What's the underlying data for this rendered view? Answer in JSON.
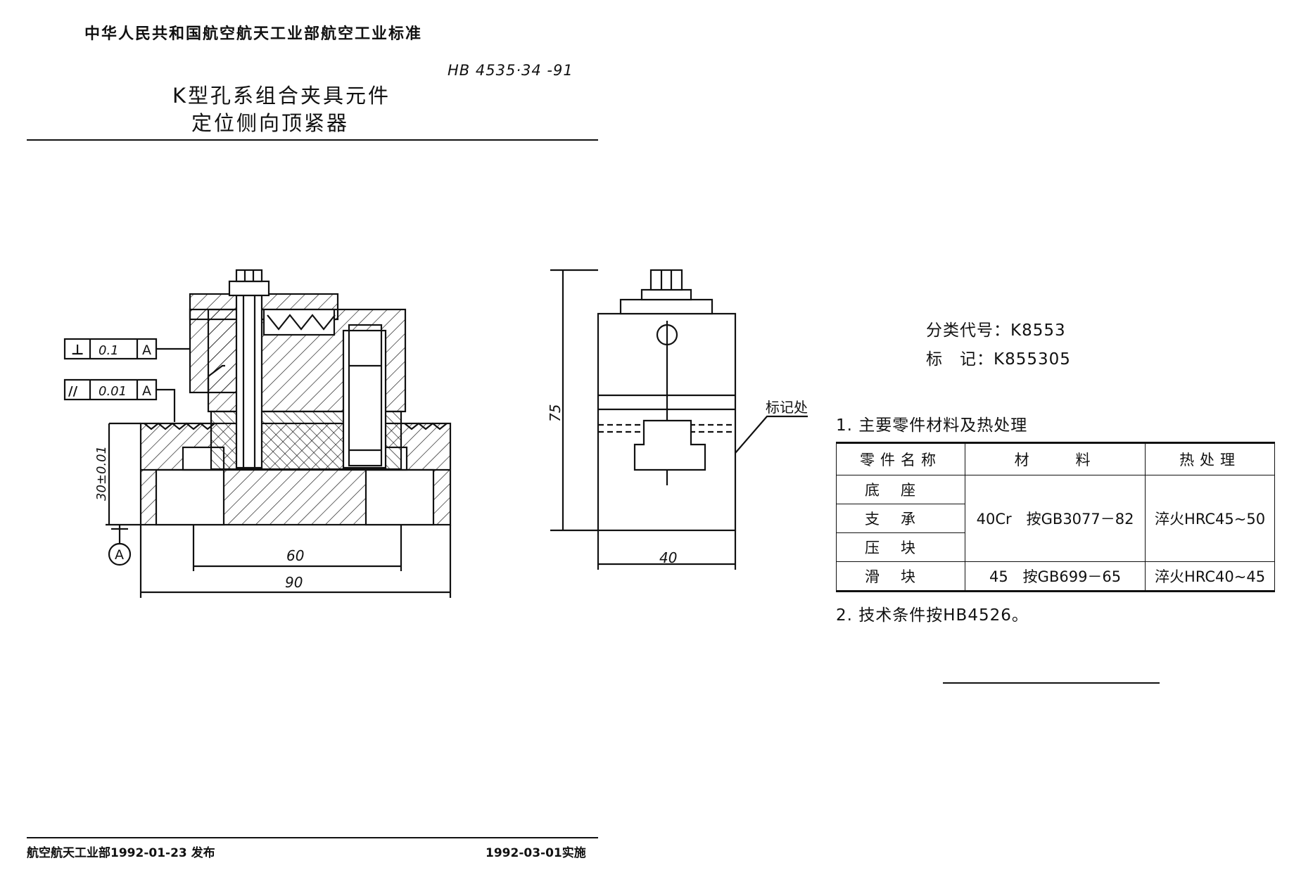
{
  "header": {
    "organization": "中华人民共和国航空航天工业部航空工业标准",
    "standard_code": "HB 4535·34 -91",
    "title_line1": "K型孔系组合夹具元件",
    "title_line2": "定位侧向顶紧器"
  },
  "drawing": {
    "tol_perpendicular_symbol": "⊥",
    "tol_perpendicular_value": "0.1",
    "tol_perpendicular_datum": "A",
    "tol_parallel_symbol": "//",
    "tol_parallel_value": "0.01",
    "tol_parallel_datum": "A",
    "dim_height": "30±0.01",
    "datum_label": "A",
    "dim_60": "60",
    "dim_90": "90",
    "dim_75": "75",
    "dim_40": "40",
    "marking_callout": "标记处"
  },
  "info": {
    "classification": "分类代号：K8553",
    "marking": "标　记：K855305"
  },
  "notes": {
    "note1": "1. 主要零件材料及热处理",
    "note2": "2. 技术条件按HB4526。"
  },
  "material_table": {
    "headers": [
      "零件名称",
      "材　　料",
      "热处理"
    ],
    "rows": [
      {
        "part": "底座"
      },
      {
        "part": "支承"
      },
      {
        "part": "压块"
      },
      {
        "part": "滑块",
        "material": "45　按GB699－65",
        "heat": "淬火HRC40~45"
      }
    ],
    "group_material": "40Cr　按GB3077－82",
    "group_heat": "淬火HRC45~50"
  },
  "footer": {
    "issued": "航空航天工业部1992-01-23 发布",
    "effective": "1992-03-01实施"
  }
}
